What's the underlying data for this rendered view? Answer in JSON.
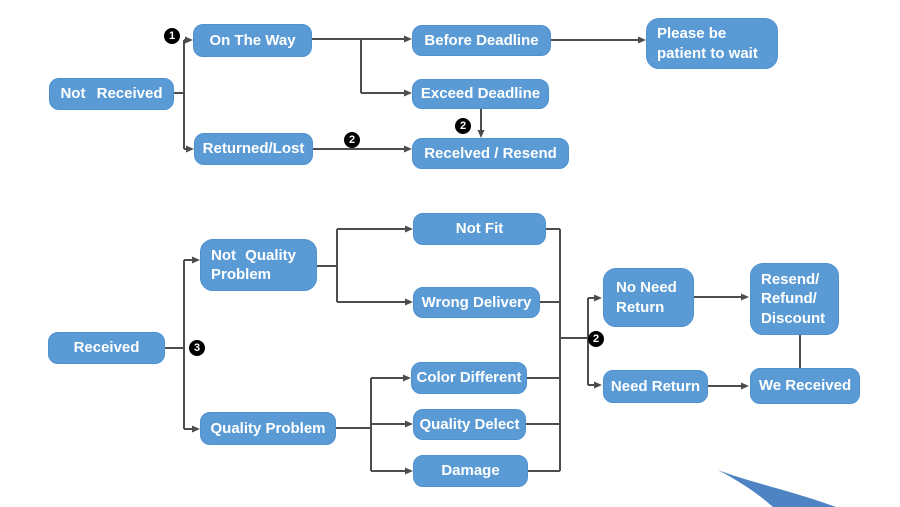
{
  "diagram": {
    "type": "flowchart",
    "colors": {
      "node_fill": "#5a9bd5",
      "node_border": "#4e91d0",
      "node_text": "#ffffff",
      "connector": "#4d4d4d",
      "marker_bg": "#000000",
      "marker_text": "#ffffff",
      "swoosh": "#4e84c4"
    },
    "nodes": {
      "not_received": {
        "label": "Not Received"
      },
      "on_the_way": {
        "label": "On The Way"
      },
      "returned_lost": {
        "label": "Returned/Lost"
      },
      "before_deadline": {
        "label": "Before Deadline"
      },
      "exceed_deadline": {
        "label": "Exceed Deadline"
      },
      "received_resend": {
        "label": "Recelved / Resend"
      },
      "please_wait": {
        "label": "Please be\npatient to wait"
      },
      "received": {
        "label": "Received"
      },
      "not_quality_problem": {
        "label": "Not Quality\nProblem"
      },
      "quality_problem": {
        "label": "Quality Problem"
      },
      "not_fit": {
        "label": "Not Fit"
      },
      "wrong_delivery": {
        "label": "Wrong Delivery"
      },
      "color_different": {
        "label": "Color Different"
      },
      "quality_delect": {
        "label": "Quality Delect"
      },
      "damage": {
        "label": "Damage"
      },
      "no_need_return": {
        "label": "No Need\nReturn"
      },
      "resend_refund_discount": {
        "label": "Resend/\nRefund/\nDiscount"
      },
      "need_return": {
        "label": "Need Return"
      },
      "we_received": {
        "label": "We Received"
      }
    },
    "markers": {
      "m1": "1",
      "m2_returned": "2",
      "m2_exceed": "2",
      "m3": "3",
      "m2_merge": "2"
    },
    "edges": [
      {
        "from": "Not Received",
        "to": "On The Way",
        "marker": "1"
      },
      {
        "from": "Not Received",
        "to": "Returned/Lost"
      },
      {
        "from": "On The Way",
        "to": "Before Deadline"
      },
      {
        "from": "On The Way",
        "to": "Exceed Deadline"
      },
      {
        "from": "Before Deadline",
        "to": "Please be patient to wait"
      },
      {
        "from": "Exceed Deadline",
        "to": "Recelved / Resend",
        "marker": "2"
      },
      {
        "from": "Returned/Lost",
        "to": "Recelved / Resend",
        "marker": "2"
      },
      {
        "from": "Received",
        "to": "Not Quality Problem",
        "marker": "3"
      },
      {
        "from": "Received",
        "to": "Quality Problem",
        "marker": "3"
      },
      {
        "from": "Not Quality Problem",
        "to": "Not Fit"
      },
      {
        "from": "Not Quality Problem",
        "to": "Wrong Delivery"
      },
      {
        "from": "Quality Problem",
        "to": "Color Different"
      },
      {
        "from": "Quality Problem",
        "to": "Quality Delect"
      },
      {
        "from": "Quality Problem",
        "to": "Damage"
      },
      {
        "from": "Not Fit / Wrong Delivery / Color Different / Quality Delect / Damage",
        "to": "No Need Return",
        "marker": "2"
      },
      {
        "from": "Not Fit / Wrong Delivery / Color Different / Quality Delect / Damage",
        "to": "Need Return",
        "marker": "2"
      },
      {
        "from": "No Need Return",
        "to": "Resend/Refund/Discount"
      },
      {
        "from": "Need Return",
        "to": "We Received"
      },
      {
        "from": "Resend/Refund/Discount",
        "to": "We Received"
      }
    ]
  }
}
